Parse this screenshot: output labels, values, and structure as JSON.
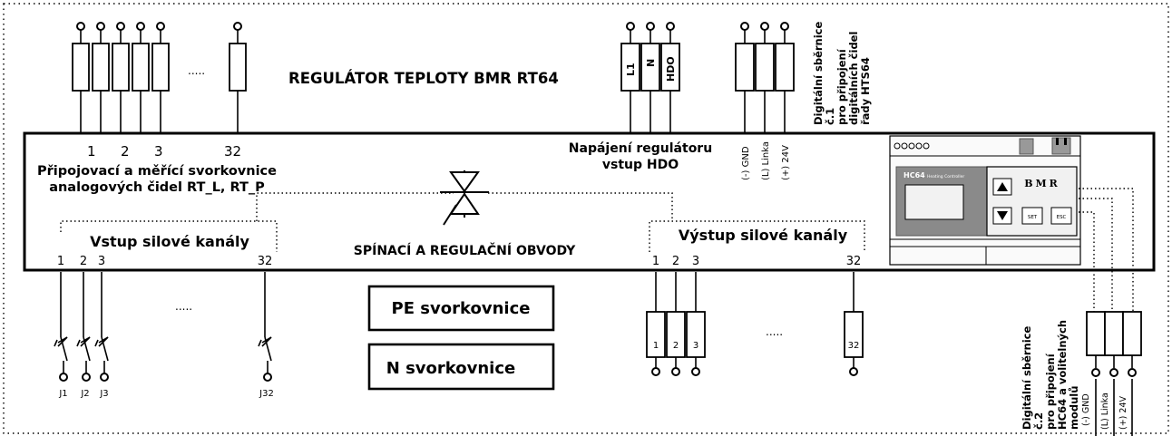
{
  "title": "REGULÁTOR TEPLOTY BMR RT64",
  "ellipsis": ".....",
  "analog": {
    "numbers": [
      "1",
      "2",
      "3",
      "32"
    ],
    "caption_line1": "Připojovací a měřící svorkovnice",
    "caption_line2": "analogových čidel RT_L, RT_P"
  },
  "power": {
    "terminals": [
      "L1",
      "N",
      "HDO"
    ],
    "caption_line1": "Napájení regulátoru",
    "caption_line2": "vstup HDO"
  },
  "bus1": {
    "caption_lines": [
      "Digitální sběrnice",
      "č.1",
      "pro připojení",
      "digitálních čidel",
      "řady HTS64"
    ],
    "labels": [
      "(-) GND",
      "(L) Linka",
      "(+) 24V"
    ]
  },
  "bus2": {
    "caption_lines": [
      "Digitální sběrnice",
      "č.2",
      "pro připojení",
      "HC64 a volitelných",
      "modulů"
    ],
    "labels": [
      "(-) GND",
      "(L) Linka",
      "(+) 24V"
    ]
  },
  "input": {
    "label": "Vstup silové kanály",
    "numbers": [
      "1",
      "2",
      "3",
      "32"
    ],
    "j_labels": [
      "J1",
      "J2",
      "J3",
      "J32"
    ]
  },
  "output": {
    "label": "Výstup silové kanály",
    "numbers": [
      "1",
      "2",
      "3",
      "32"
    ],
    "terminal_labels": [
      "1",
      "2",
      "3",
      "32"
    ]
  },
  "switching_label": "SPÍNACÍ A REGULAČNÍ OBVODY",
  "pe_box": "PE svorkovnice",
  "n_box": "N svorkovnice",
  "device": {
    "model": "HC64",
    "subtitle": "Heating Controller",
    "logo": "BMR",
    "set": "SET",
    "esc": "ESC"
  }
}
